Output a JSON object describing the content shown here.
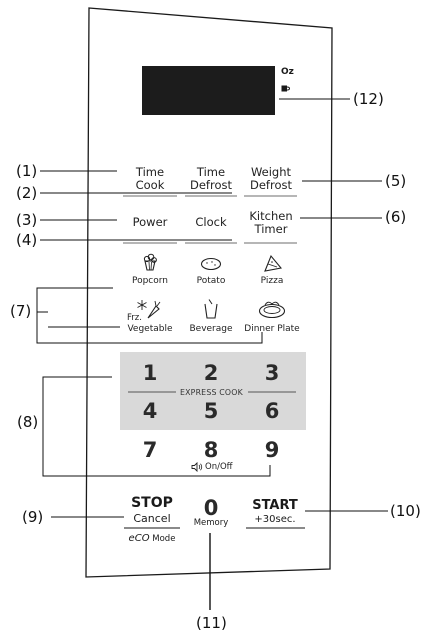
{
  "display": {
    "unit_oz": "Oz",
    "cup_icon": "cup-icon"
  },
  "callouts": {
    "c1": "(1)",
    "c2": "(2)",
    "c3": "(3)",
    "c4": "(4)",
    "c5": "(5)",
    "c6": "(6)",
    "c7": "(7)",
    "c8": "(8)",
    "c9": "(9)",
    "c10": "(10)",
    "c11": "(11)",
    "c12": "(12)"
  },
  "buttons": {
    "time_cook": [
      "Time",
      "Cook"
    ],
    "time_defrost": [
      "Time",
      "Defrost"
    ],
    "weight_defrost": [
      "Weight",
      "Defrost"
    ],
    "power": "Power",
    "clock": "Clock",
    "kitchen_timer": [
      "Kitchen",
      "Timer"
    ]
  },
  "food": {
    "popcorn": "Popcorn",
    "potato": "Potato",
    "pizza": "Pizza",
    "frz_vegetable": [
      "Frz.",
      "Vegetable"
    ],
    "beverage": "Beverage",
    "dinner_plate": "Dinner Plate"
  },
  "keypad": {
    "express_cook": "EXPRESS COOK",
    "digits": [
      "1",
      "2",
      "3",
      "4",
      "5",
      "6",
      "7",
      "8",
      "9",
      "0"
    ],
    "on_off": "On/Off",
    "memory": "Memory"
  },
  "controls": {
    "stop": "STOP",
    "cancel": "Cancel",
    "eco_prefix": "eCO",
    "eco_mode": "Mode",
    "start": "START",
    "plus30": "+30sec."
  }
}
